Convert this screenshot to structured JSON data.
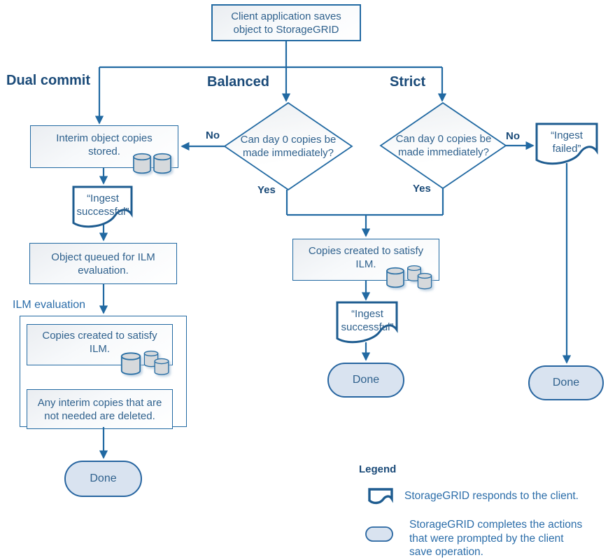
{
  "headings": {
    "dual_commit": "Dual commit",
    "balanced": "Balanced",
    "strict": "Strict"
  },
  "nodes": {
    "client": "Client application saves object to StorageGRID",
    "interim": "Interim object copies stored.",
    "ingest_successful": "“Ingest successful”",
    "object_queued": "Object queued for ILM evaluation.",
    "copies_ilm": "Copies created to satisfy ILM.",
    "interim_deleted": "Any interim copies that are not needed are deleted.",
    "ingest_failed": "“Ingest failed”",
    "done": "Done",
    "decision": "Can day 0 copies be made immediately?"
  },
  "labels": {
    "yes": "Yes",
    "no": "No",
    "ilm_evaluation": "ILM evaluation"
  },
  "legend": {
    "title": "Legend",
    "responds": "StorageGRID responds to the client.",
    "completes": "StorageGRID completes the actions that were prompted by the client save operation."
  },
  "colors": {
    "line": "#2169a2",
    "heading_text": "#1a4a78",
    "body_text": "#2f618d",
    "stadium_fill": "#d9e3f0",
    "cylinder_fill": "#d6d9dc"
  }
}
